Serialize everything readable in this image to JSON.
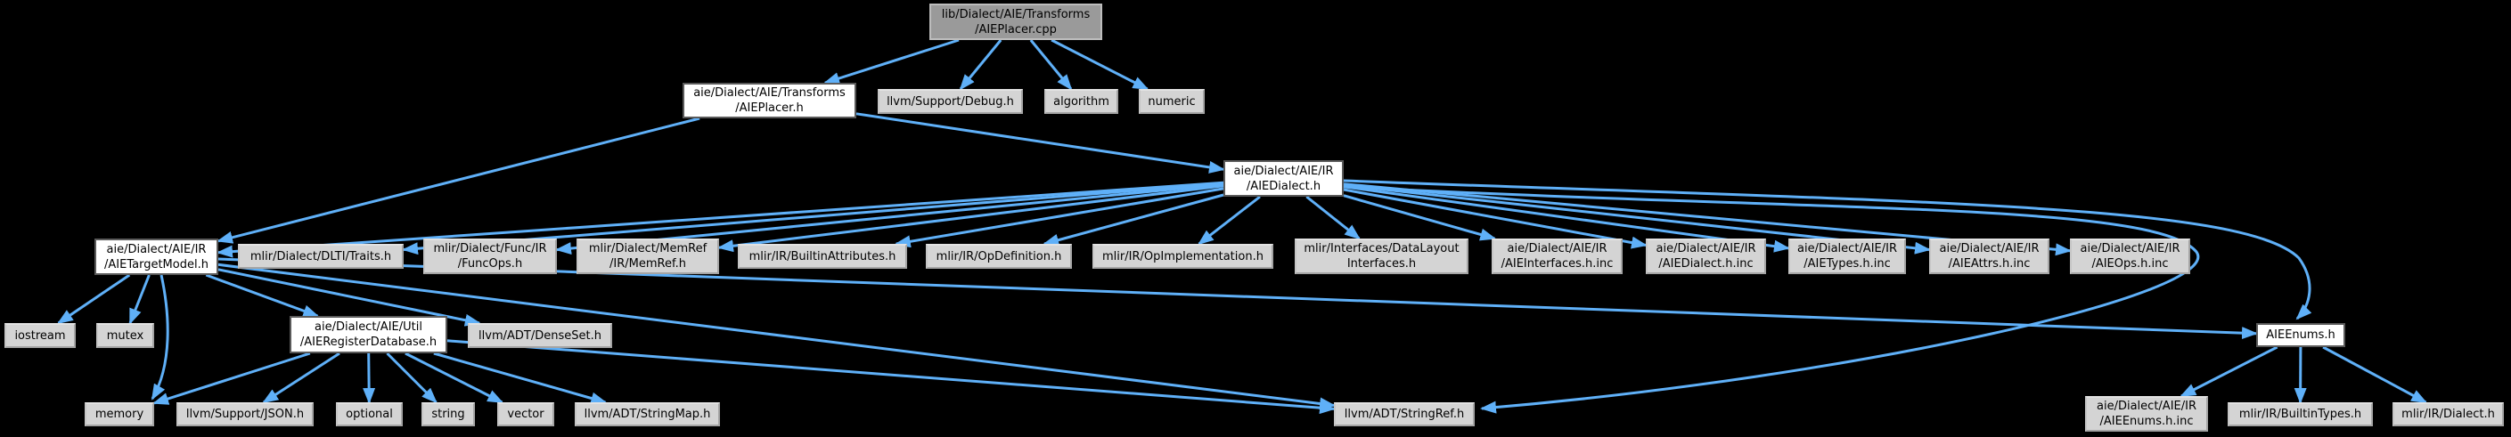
{
  "diagram": {
    "title": "Include dependency graph for lib/Dialect/AIE/Transforms/AIEPlacer.cpp",
    "type": "doxygen-include-graph"
  },
  "colors": {
    "background": "#000000",
    "edge": "#5fb0f8",
    "text": "#000000",
    "plain_node_fill": "#d4d4d4",
    "plain_node_border": "#a4a4a4",
    "linked_node_fill": "#ffffff",
    "linked_node_border": "#5a5a5a",
    "root_node_fill": "#9a9a9a",
    "root_node_border": "#bdbdbd"
  },
  "nodes": [
    {
      "id": "aieplacer-cpp",
      "label": "lib/Dialect/AIE/Transforms\n/AIEPlacer.cpp",
      "kind": "current"
    },
    {
      "id": "aieplacer-h",
      "label": "aie/Dialect/AIE/Transforms\n/AIEPlacer.h",
      "kind": "linked"
    },
    {
      "id": "debug-h",
      "label": "llvm/Support/Debug.h",
      "kind": "plain"
    },
    {
      "id": "algorithm",
      "label": "algorithm",
      "kind": "plain"
    },
    {
      "id": "numeric",
      "label": "numeric",
      "kind": "plain"
    },
    {
      "id": "aiedialect-h",
      "label": "aie/Dialect/AIE/IR\n/AIEDialect.h",
      "kind": "linked"
    },
    {
      "id": "aietargetmodel-h",
      "label": "aie/Dialect/AIE/IR\n/AIETargetModel.h",
      "kind": "linked"
    },
    {
      "id": "dlti-traits-h",
      "label": "mlir/Dialect/DLTI/Traits.h",
      "kind": "plain"
    },
    {
      "id": "funcops-h",
      "label": "mlir/Dialect/Func/IR\n/FuncOps.h",
      "kind": "plain"
    },
    {
      "id": "memref-h",
      "label": "mlir/Dialect/MemRef\n/IR/MemRef.h",
      "kind": "plain"
    },
    {
      "id": "builtinattributes-h",
      "label": "mlir/IR/BuiltinAttributes.h",
      "kind": "plain"
    },
    {
      "id": "opdefinition-h",
      "label": "mlir/IR/OpDefinition.h",
      "kind": "plain"
    },
    {
      "id": "opimplementation-h",
      "label": "mlir/IR/OpImplementation.h",
      "kind": "plain"
    },
    {
      "id": "datalayoutinterfaces-h",
      "label": "mlir/Interfaces/DataLayout\nInterfaces.h",
      "kind": "plain"
    },
    {
      "id": "aieinterfaces-h-inc",
      "label": "aie/Dialect/AIE/IR\n/AIEInterfaces.h.inc",
      "kind": "plain"
    },
    {
      "id": "aiedialect-h-inc",
      "label": "aie/Dialect/AIE/IR\n/AIEDialect.h.inc",
      "kind": "plain"
    },
    {
      "id": "aietypes-h-inc",
      "label": "aie/Dialect/AIE/IR\n/AIETypes.h.inc",
      "kind": "plain"
    },
    {
      "id": "aieattrs-h-inc",
      "label": "aie/Dialect/AIE/IR\n/AIEAttrs.h.inc",
      "kind": "plain"
    },
    {
      "id": "aieops-h-inc",
      "label": "aie/Dialect/AIE/IR\n/AIEOps.h.inc",
      "kind": "plain"
    },
    {
      "id": "iostream",
      "label": "iostream",
      "kind": "plain"
    },
    {
      "id": "mutex",
      "label": "mutex",
      "kind": "plain"
    },
    {
      "id": "aieregisterdatabase-h",
      "label": "aie/Dialect/AIE/Util\n/AIERegisterDatabase.h",
      "kind": "linked"
    },
    {
      "id": "denseset-h",
      "label": "llvm/ADT/DenseSet.h",
      "kind": "plain"
    },
    {
      "id": "aieenums-h",
      "label": "AIEEnums.h",
      "kind": "linked"
    },
    {
      "id": "memory",
      "label": "memory",
      "kind": "plain"
    },
    {
      "id": "json-h",
      "label": "llvm/Support/JSON.h",
      "kind": "plain"
    },
    {
      "id": "optional",
      "label": "optional",
      "kind": "plain"
    },
    {
      "id": "string",
      "label": "string",
      "kind": "plain"
    },
    {
      "id": "vector",
      "label": "vector",
      "kind": "plain"
    },
    {
      "id": "stringmap-h",
      "label": "llvm/ADT/StringMap.h",
      "kind": "plain"
    },
    {
      "id": "stringref-h",
      "label": "llvm/ADT/StringRef.h",
      "kind": "plain"
    },
    {
      "id": "aieenums-h-inc",
      "label": "aie/Dialect/AIE/IR\n/AIEEnums.h.inc",
      "kind": "plain"
    },
    {
      "id": "builtintypes-h",
      "label": "mlir/IR/BuiltinTypes.h",
      "kind": "plain"
    },
    {
      "id": "mlir-dialect-h",
      "label": "mlir/IR/Dialect.h",
      "kind": "plain"
    }
  ],
  "edges": [
    {
      "from": "aieplacer-cpp",
      "to": "aieplacer-h"
    },
    {
      "from": "aieplacer-cpp",
      "to": "debug-h"
    },
    {
      "from": "aieplacer-cpp",
      "to": "algorithm"
    },
    {
      "from": "aieplacer-cpp",
      "to": "numeric"
    },
    {
      "from": "aieplacer-h",
      "to": "aiedialect-h"
    },
    {
      "from": "aieplacer-h",
      "to": "aietargetmodel-h"
    },
    {
      "from": "aiedialect-h",
      "to": "aietargetmodel-h"
    },
    {
      "from": "aiedialect-h",
      "to": "dlti-traits-h"
    },
    {
      "from": "aiedialect-h",
      "to": "funcops-h"
    },
    {
      "from": "aiedialect-h",
      "to": "memref-h"
    },
    {
      "from": "aiedialect-h",
      "to": "builtinattributes-h"
    },
    {
      "from": "aiedialect-h",
      "to": "opdefinition-h"
    },
    {
      "from": "aiedialect-h",
      "to": "opimplementation-h"
    },
    {
      "from": "aiedialect-h",
      "to": "datalayoutinterfaces-h"
    },
    {
      "from": "aiedialect-h",
      "to": "aieinterfaces-h-inc"
    },
    {
      "from": "aiedialect-h",
      "to": "aiedialect-h-inc"
    },
    {
      "from": "aiedialect-h",
      "to": "aietypes-h-inc"
    },
    {
      "from": "aiedialect-h",
      "to": "aieattrs-h-inc"
    },
    {
      "from": "aiedialect-h",
      "to": "aieops-h-inc"
    },
    {
      "from": "aiedialect-h",
      "to": "aieenums-h"
    },
    {
      "from": "aiedialect-h",
      "to": "stringref-h"
    },
    {
      "from": "aietargetmodel-h",
      "to": "iostream"
    },
    {
      "from": "aietargetmodel-h",
      "to": "mutex"
    },
    {
      "from": "aietargetmodel-h",
      "to": "memory"
    },
    {
      "from": "aietargetmodel-h",
      "to": "aieregisterdatabase-h"
    },
    {
      "from": "aietargetmodel-h",
      "to": "denseset-h"
    },
    {
      "from": "aietargetmodel-h",
      "to": "aieenums-h"
    },
    {
      "from": "aietargetmodel-h",
      "to": "stringref-h"
    },
    {
      "from": "aieregisterdatabase-h",
      "to": "memory"
    },
    {
      "from": "aieregisterdatabase-h",
      "to": "json-h"
    },
    {
      "from": "aieregisterdatabase-h",
      "to": "optional"
    },
    {
      "from": "aieregisterdatabase-h",
      "to": "string"
    },
    {
      "from": "aieregisterdatabase-h",
      "to": "vector"
    },
    {
      "from": "aieregisterdatabase-h",
      "to": "stringmap-h"
    },
    {
      "from": "aieregisterdatabase-h",
      "to": "stringref-h"
    },
    {
      "from": "aieenums-h",
      "to": "aieenums-h-inc"
    },
    {
      "from": "aieenums-h",
      "to": "builtintypes-h"
    },
    {
      "from": "aieenums-h",
      "to": "mlir-dialect-h"
    }
  ]
}
